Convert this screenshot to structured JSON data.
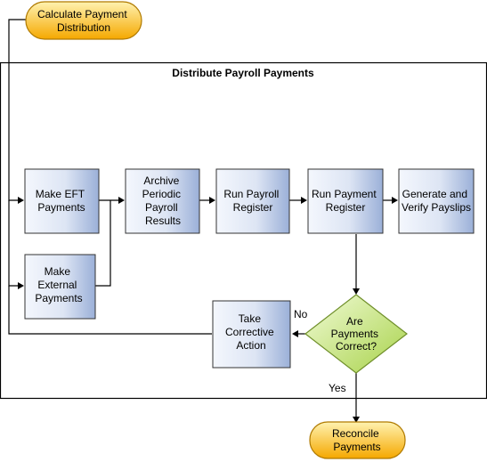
{
  "diagram": {
    "container_title": "Distribute Payroll Payments",
    "start": {
      "label": [
        "Calculate Payment",
        "Distribution"
      ]
    },
    "end": {
      "label": [
        "Reconcile",
        "Payments"
      ]
    },
    "steps": {
      "make_eft": [
        "Make EFT",
        "Payments"
      ],
      "make_external": [
        "Make",
        "External",
        "Payments"
      ],
      "archive": [
        "Archive",
        "Periodic",
        "Payroll",
        "Results"
      ],
      "run_payroll_register": [
        "Run Payroll",
        "Register"
      ],
      "run_payment_register": [
        "Run Payment",
        "Register"
      ],
      "generate_payslips": [
        "Generate and",
        "Verify Payslips"
      ],
      "take_corrective": [
        "Take",
        "Corrective",
        "Action"
      ]
    },
    "decision": {
      "label": [
        "Are",
        "Payments",
        "Correct?"
      ]
    },
    "edge_labels": {
      "no": "No",
      "yes": "Yes"
    },
    "colors": {
      "terminator_fill_top": "#fff2b0",
      "terminator_fill_bottom": "#f5a800",
      "terminator_stroke": "#b07a00",
      "step_fill_light": "#f4f7fd",
      "step_fill_dark": "#9bb0d8",
      "step_stroke": "#333333",
      "decision_fill_light": "#f1fbd6",
      "decision_fill_dark": "#a8d24a",
      "decision_stroke": "#6f8f2a",
      "container_stroke": "#000000"
    }
  }
}
